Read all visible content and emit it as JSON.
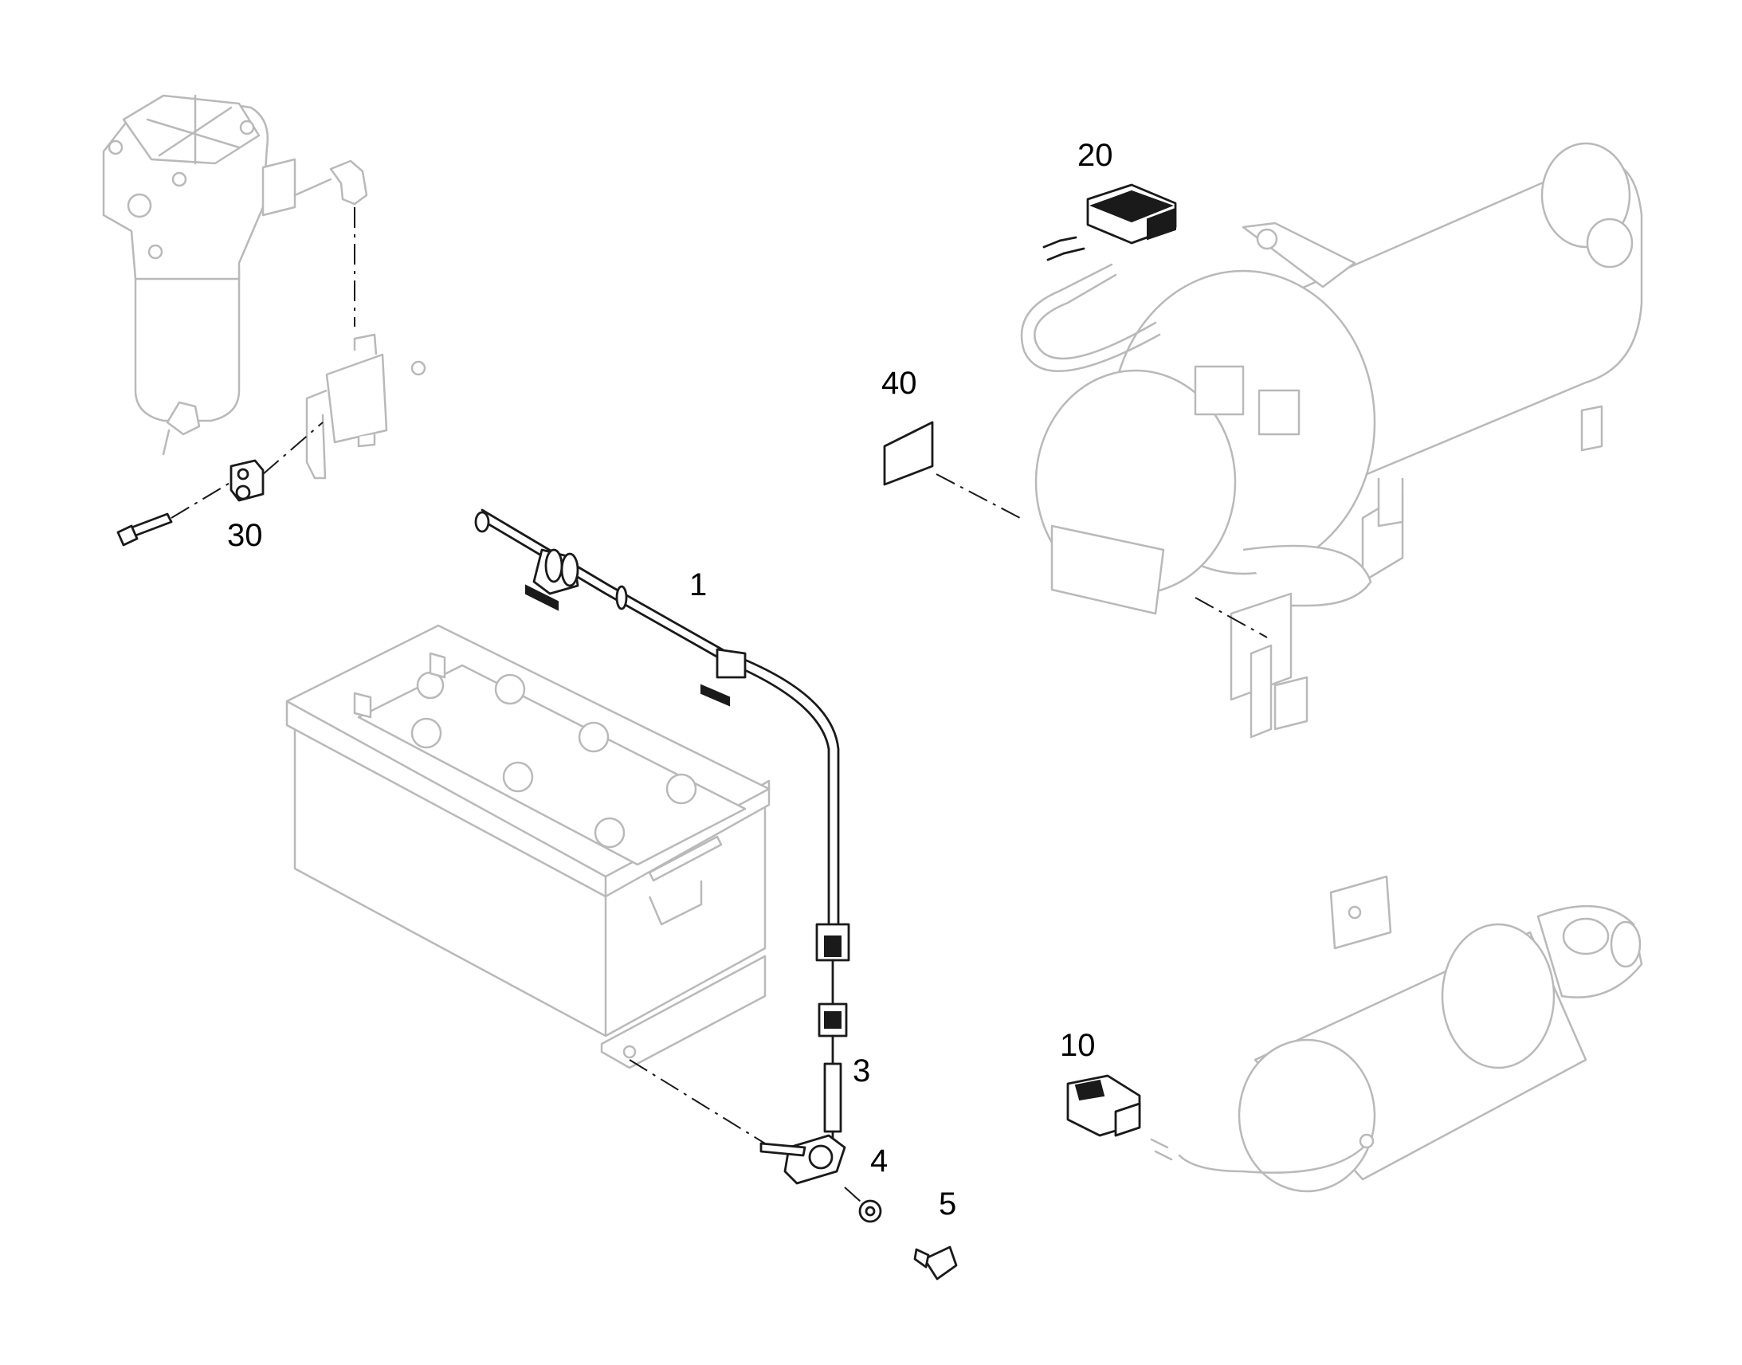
{
  "callouts": {
    "c1": "1",
    "c3": "3",
    "c4": "4",
    "c5": "5",
    "c10": "10",
    "c20": "20",
    "c30": "30",
    "c40": "40"
  },
  "colors": {
    "ink": "#1a1a1a",
    "context_parts": "#b9b9b9",
    "background": "#ffffff"
  }
}
